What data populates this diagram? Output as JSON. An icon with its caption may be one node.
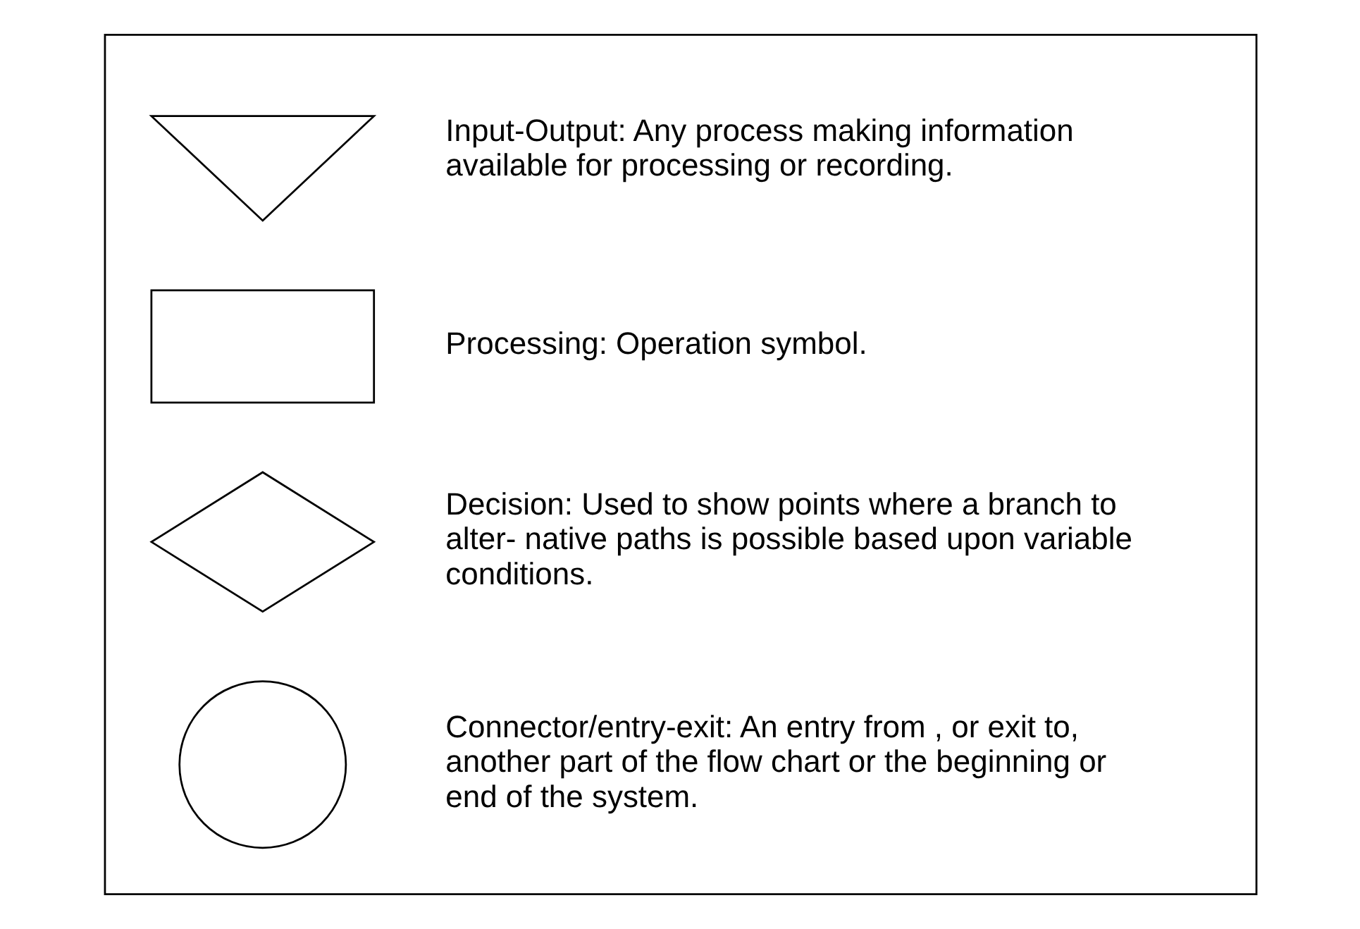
{
  "diagram": {
    "nodes": [
      {
        "text": [],
        "shape": "box"
      },
      {
        "text": [],
        "shape": "triangle",
        "in": 0,
        "beside": [
          "Input-Output: Any process making information available for processing or recording."
        ]
      },
      {
        "text": [],
        "shape": "box",
        "in": 0,
        "beside": [
          "Processing: Operation symbol."
        ]
      },
      {
        "text": [],
        "shape": "diamond",
        "in": 0,
        "beside": [
          "Decision: Used to show points where a branch to alter- native paths is possible based upon variable conditions."
        ]
      },
      {
        "text": [],
        "shape": "circle",
        "in": 0,
        "beside": [
          "Connector/entry-exit: An entry from , or exit to, another part of the flow chart or the beginning or end of the system."
        ]
      }
    ]
  }
}
